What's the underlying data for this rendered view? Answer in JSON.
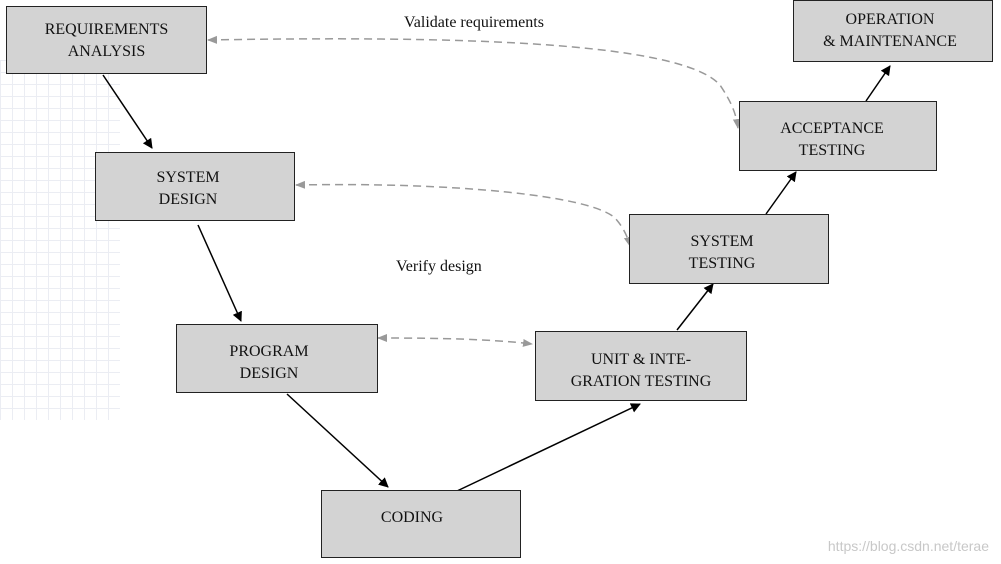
{
  "boxes": {
    "requirements_analysis": "REQUIREMENTS\nANALYSIS",
    "system_design": "SYSTEM\nDESIGN",
    "program_design": "PROGRAM\nDESIGN",
    "coding": "CODING",
    "unit_integration_testing": "UNIT & INTE-\nGRATION TESTING",
    "system_testing": "SYSTEM\nTESTING",
    "acceptance_testing": "ACCEPTANCE\nTESTING",
    "operation_maintenance": "OPERATION\n& MAINTENANCE"
  },
  "labels": {
    "validate": "Validate requirements",
    "verify": "Verify design"
  },
  "watermark": "https://blog.csdn.net/terae"
}
